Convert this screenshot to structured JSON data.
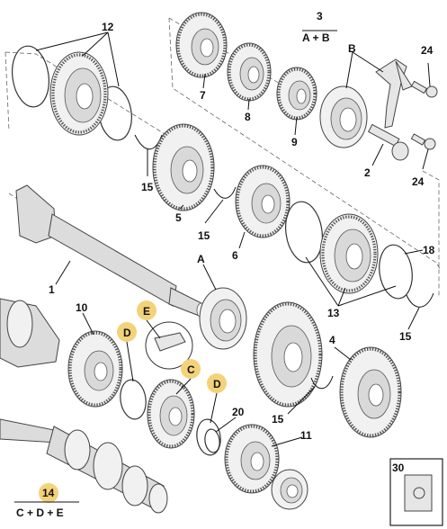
{
  "labels": {
    "l12": "12",
    "l3": "3",
    "l3sub": "A + B",
    "l24a": "24",
    "lB": "B",
    "l7": "7",
    "l8": "8",
    "l9": "9",
    "l2": "2",
    "l24b": "24",
    "l15a": "15",
    "l5": "5",
    "l15b": "15",
    "l6": "6",
    "l18": "18",
    "l1": "1",
    "lA": "A",
    "l13": "13",
    "l10": "10",
    "lE": "E",
    "lD1": "D",
    "lC": "C",
    "lD2": "D",
    "l4": "4",
    "l15c": "15",
    "l20": "20",
    "l15d": "15",
    "l11": "11",
    "l30": "30",
    "l14": "14",
    "l14sub": "C + D + E"
  },
  "colors": {
    "callout_highlight": "#f4d27a",
    "line": "#111111",
    "part_fill": "#e6e6e6"
  }
}
